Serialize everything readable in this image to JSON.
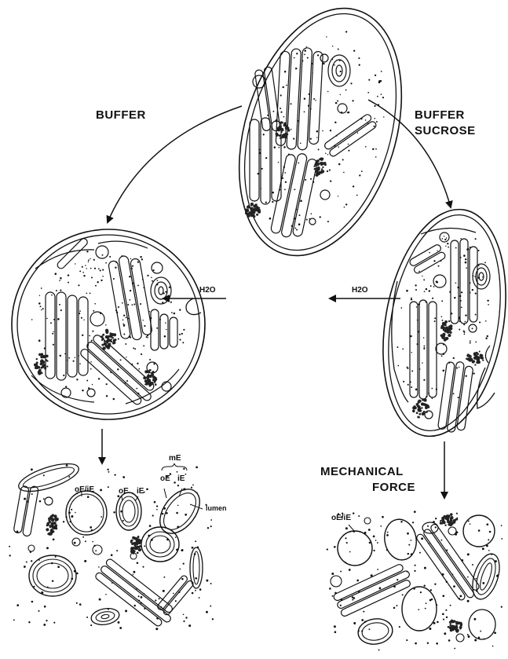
{
  "labels": {
    "buffer": "BUFFER",
    "buffer_sucrose_1": "BUFFER",
    "buffer_sucrose_2": "SUCROSE",
    "h2o_left": "H2O",
    "h2o_right": "H2O",
    "mechanical_1": "MECHANICAL",
    "mechanical_2": "FORCE",
    "me": "mE",
    "oe": "oE",
    "ie": "iE",
    "oe_small": "oE",
    "ie_small": "iE",
    "oe_ie_left": "oE/iE",
    "oe_ie_right": "oE/iE",
    "lumen": "lumen"
  }
}
